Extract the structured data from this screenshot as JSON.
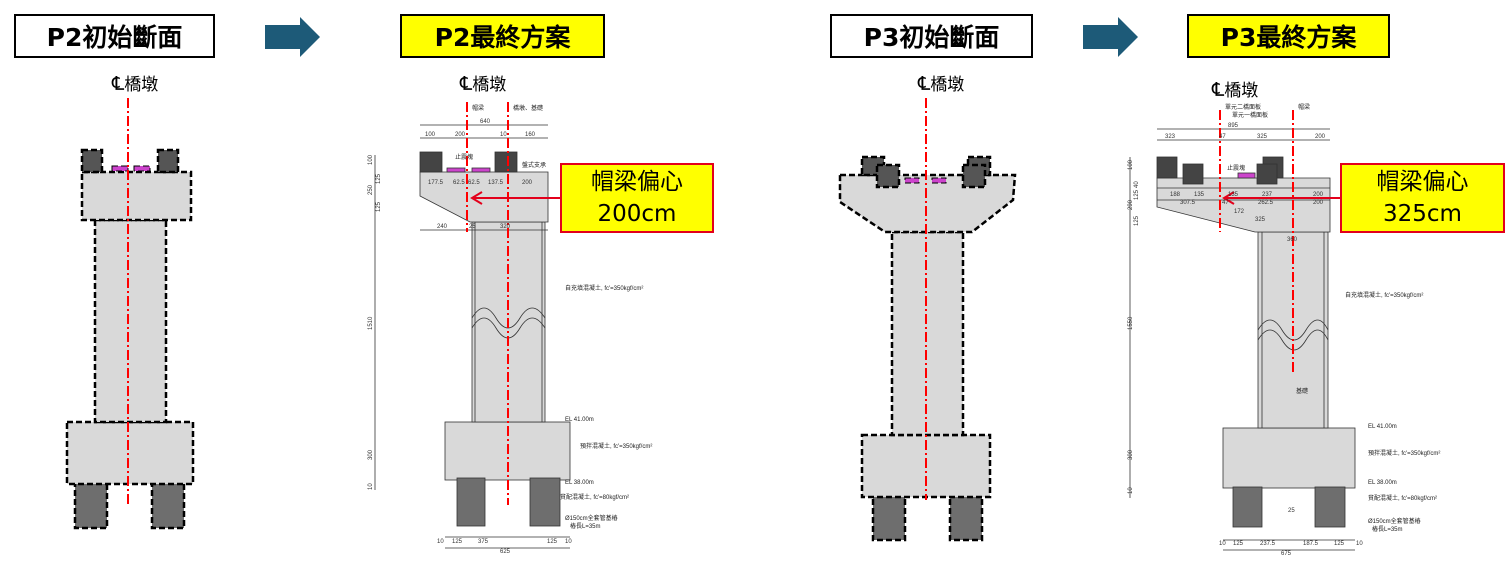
{
  "panels": {
    "p2_initial": {
      "title": "P2初始斷面",
      "centerline_label": "橋墩"
    },
    "p2_final": {
      "title": "P2最終方案",
      "centerline_label": "橋墩",
      "callout": {
        "line1": "帽梁偏心",
        "line2": "200cm"
      },
      "axis_labels": [
        "帽梁",
        "橋墩、基礎"
      ],
      "notes": [
        "止震塊",
        "盤式支承",
        "自充填混凝土, fc'=350kgf/cm²",
        "EL 41.00m",
        "預拌混凝土, fc'=350kgf/cm²",
        "EL 38.00m",
        "貧配混凝土, fc'=80kgf/cm²",
        "Ø150cm全套管基樁",
        "樁長L=35m"
      ],
      "dims_top": [
        "640",
        "100",
        "200",
        "10",
        "160"
      ],
      "dims_cap": [
        "177.5",
        "62.5",
        "62.5",
        "137.5",
        "200"
      ],
      "dims_col": [
        "240",
        "25",
        "320"
      ],
      "dims_left": [
        "100",
        "250",
        "125",
        "125",
        "1510",
        "300",
        "10"
      ],
      "dims_bottom": [
        "10",
        "125",
        "375",
        "125",
        "10"
      ],
      "dims_total": "625"
    },
    "p3_initial": {
      "title": "P3初始斷面",
      "centerline_label": "橋墩"
    },
    "p3_final": {
      "title": "P3最終方案",
      "centerline_label": "橋墩",
      "callout": {
        "line1": "帽梁偏心",
        "line2": "325cm"
      },
      "axis_labels": [
        "單元二橋面板",
        "單元一橋面板",
        "帽梁",
        "基礎"
      ],
      "notes": [
        "止震塊",
        "自充填混凝土, fc'=350kgf/cm²",
        "EL 41.00m",
        "預拌混凝土, fc'=350kgf/cm²",
        "EL 38.00m",
        "貧配混凝土, fc'=80kgf/cm²",
        "Ø150cm全套管基樁",
        "樁長L=35m"
      ],
      "dims_top": [
        "895",
        "323",
        "47",
        "325",
        "200"
      ],
      "dims_cap1": [
        "188",
        "135",
        "135",
        "237",
        "200"
      ],
      "dims_cap2": [
        "307.5",
        "47",
        "262.5",
        "200"
      ],
      "dims_cap3": [
        "172",
        "325",
        "360"
      ],
      "dims_left": [
        "100",
        "40",
        "125",
        "290",
        "125",
        "1550",
        "300",
        "10"
      ],
      "dims_bottom": [
        "10",
        "125",
        "237.5",
        "187.5",
        "125",
        "10"
      ],
      "dims_total": "675",
      "dims_offset": "25"
    }
  },
  "colors": {
    "arrow": "#1d5a78",
    "centerline": "#ff0000",
    "concrete": "#d9d9d9",
    "pile": "#6e6e6e",
    "bearing": "#cc44cc",
    "callout_bg": "#ffff00",
    "callout_border": "#e3001b"
  }
}
